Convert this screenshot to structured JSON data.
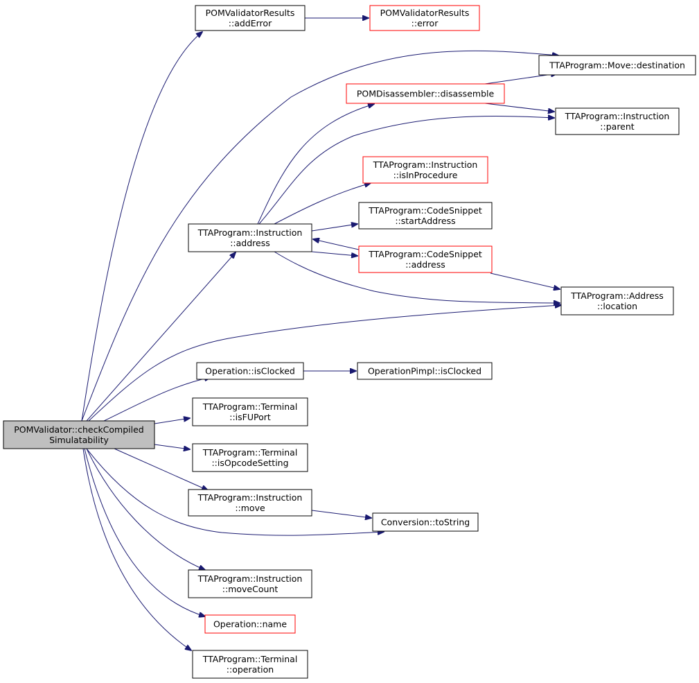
{
  "diagram": {
    "colors": {
      "edge": "#191970",
      "box_border": "#000000",
      "box_border_link": "#ff0000",
      "root_fill": "#bfbfbf"
    },
    "nodes": {
      "root": {
        "lines": [
          "POMValidator::checkCompiled",
          "Simulatability"
        ],
        "style": "root"
      },
      "addError": {
        "lines": [
          "POMValidatorResults",
          "::addError"
        ],
        "style": "plain"
      },
      "error": {
        "lines": [
          "POMValidatorResults",
          "::error"
        ],
        "style": "red"
      },
      "moveDestination": {
        "lines": [
          "TTAProgram::Move::destination"
        ],
        "style": "plain"
      },
      "disassemble": {
        "lines": [
          "POMDisassembler::disassemble"
        ],
        "style": "red"
      },
      "instrParent": {
        "lines": [
          "TTAProgram::Instruction",
          "::parent"
        ],
        "style": "plain"
      },
      "isInProcedure": {
        "lines": [
          "TTAProgram::Instruction",
          "::isInProcedure"
        ],
        "style": "red"
      },
      "startAddress": {
        "lines": [
          "TTAProgram::CodeSnippet",
          "::startAddress"
        ],
        "style": "plain"
      },
      "instrAddress": {
        "lines": [
          "TTAProgram::Instruction",
          "::address"
        ],
        "style": "plain"
      },
      "snippetAddress": {
        "lines": [
          "TTAProgram::CodeSnippet",
          "::address"
        ],
        "style": "red"
      },
      "addrLocation": {
        "lines": [
          "TTAProgram::Address",
          "::location"
        ],
        "style": "plain"
      },
      "opIsClocked": {
        "lines": [
          "Operation::isClocked"
        ],
        "style": "plain"
      },
      "pimplIsClocked": {
        "lines": [
          "OperationPimpl::isClocked"
        ],
        "style": "plain"
      },
      "isFUPort": {
        "lines": [
          "TTAProgram::Terminal",
          "::isFUPort"
        ],
        "style": "plain"
      },
      "isOpcodeSetting": {
        "lines": [
          "TTAProgram::Terminal",
          "::isOpcodeSetting"
        ],
        "style": "plain"
      },
      "instrMove": {
        "lines": [
          "TTAProgram::Instruction",
          "::move"
        ],
        "style": "plain"
      },
      "toString": {
        "lines": [
          "Conversion::toString"
        ],
        "style": "plain"
      },
      "moveCount": {
        "lines": [
          "TTAProgram::Instruction",
          "::moveCount"
        ],
        "style": "plain"
      },
      "opName": {
        "lines": [
          "Operation::name"
        ],
        "style": "red"
      },
      "termOperation": {
        "lines": [
          "TTAProgram::Terminal",
          "::operation"
        ],
        "style": "plain"
      }
    },
    "edges": [
      [
        "root",
        "addError"
      ],
      [
        "addError",
        "error"
      ],
      [
        "root",
        "moveDestination"
      ],
      [
        "root",
        "instrAddress"
      ],
      [
        "root",
        "addrLocation"
      ],
      [
        "root",
        "opIsClocked"
      ],
      [
        "root",
        "isFUPort"
      ],
      [
        "root",
        "isOpcodeSetting"
      ],
      [
        "root",
        "instrMove"
      ],
      [
        "root",
        "toString"
      ],
      [
        "root",
        "moveCount"
      ],
      [
        "root",
        "opName"
      ],
      [
        "root",
        "termOperation"
      ],
      [
        "instrAddress",
        "disassemble"
      ],
      [
        "instrAddress",
        "instrParent"
      ],
      [
        "instrAddress",
        "isInProcedure"
      ],
      [
        "instrAddress",
        "startAddress"
      ],
      [
        "instrAddress",
        "snippetAddress"
      ],
      [
        "instrAddress",
        "addrLocation"
      ],
      [
        "snippetAddress",
        "instrAddress"
      ],
      [
        "snippetAddress",
        "addrLocation"
      ],
      [
        "disassemble",
        "moveDestination"
      ],
      [
        "disassemble",
        "instrParent"
      ],
      [
        "opIsClocked",
        "pimplIsClocked"
      ],
      [
        "instrMove",
        "toString"
      ]
    ]
  }
}
